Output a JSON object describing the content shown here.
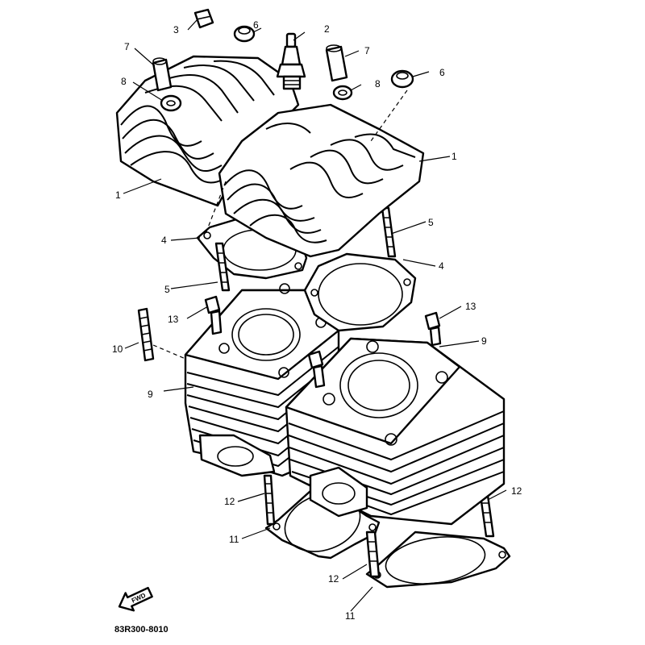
{
  "diagram": {
    "code": "83R300-8010",
    "forward_label": "FWD",
    "callouts": {
      "c1a": "1",
      "c1b": "1",
      "c2": "2",
      "c3": "3",
      "c4a": "4",
      "c4b": "4",
      "c5a": "5",
      "c5b": "5",
      "c6a": "6",
      "c6b": "6",
      "c7a": "7",
      "c7b": "7",
      "c8a": "8",
      "c8b": "8",
      "c9a": "9",
      "c9b": "9",
      "c10": "10",
      "c11a": "11",
      "c11b": "11",
      "c12a": "12",
      "c12b": "12",
      "c12c": "12",
      "c13a": "13",
      "c13b": "13"
    }
  }
}
